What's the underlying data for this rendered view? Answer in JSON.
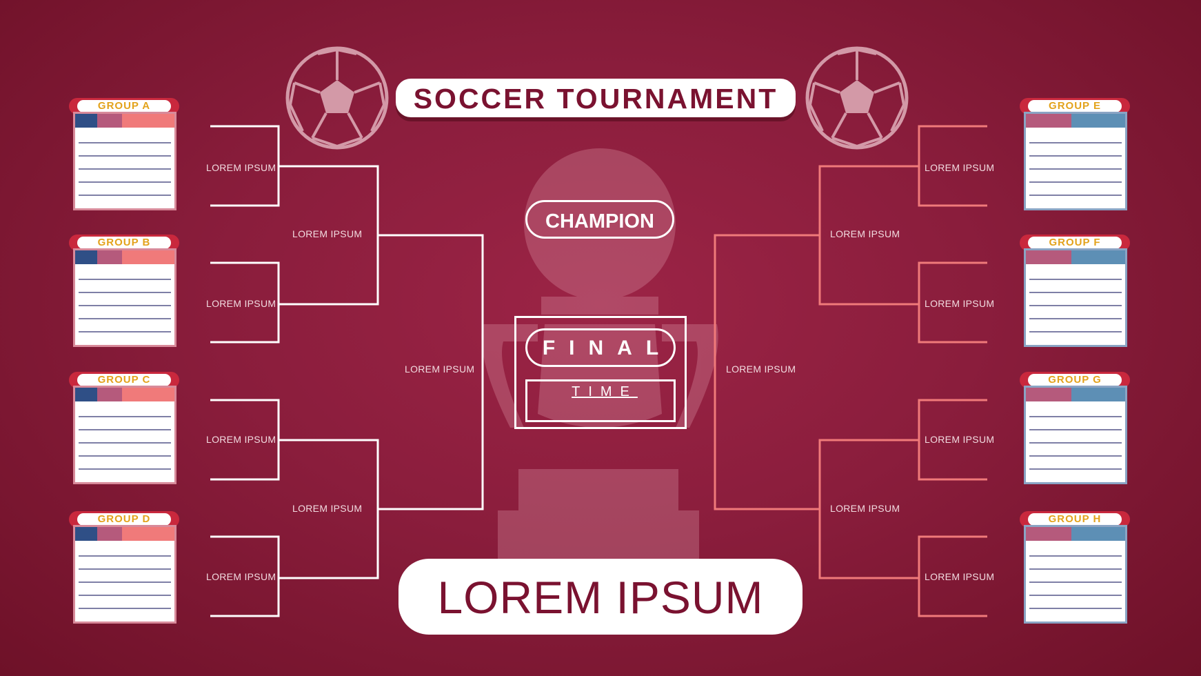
{
  "title": "SOCCER TOURNAMENT",
  "champion_label": "CHAMPION",
  "final_label": "FINAL",
  "time_label": "TIME",
  "footer_text": "LOREM IPSUM",
  "colors": {
    "background": "#8a1d3c",
    "accent_gold": "#e3a21b",
    "left_bracket": "#ffffff",
    "right_bracket": "#f07a7a",
    "title_text": "#7a1230"
  },
  "groups_left": [
    {
      "name": "GROUP A"
    },
    {
      "name": "GROUP B"
    },
    {
      "name": "GROUP C"
    },
    {
      "name": "GROUP D"
    }
  ],
  "groups_right": [
    {
      "name": "GROUP E"
    },
    {
      "name": "GROUP F"
    },
    {
      "name": "GROUP G"
    },
    {
      "name": "GROUP H"
    }
  ],
  "left_round1": [
    "LOREM IPSUM",
    "LOREM IPSUM",
    "LOREM IPSUM",
    "LOREM IPSUM"
  ],
  "left_round2": [
    "LOREM IPSUM",
    "LOREM IPSUM"
  ],
  "left_round3": [
    "LOREM IPSUM"
  ],
  "right_round1": [
    "LOREM IPSUM",
    "LOREM IPSUM",
    "LOREM IPSUM",
    "LOREM IPSUM"
  ],
  "right_round2": [
    "LOREM IPSUM",
    "LOREM IPSUM"
  ],
  "right_round3": [
    "LOREM IPSUM"
  ],
  "icons": [
    "soccer-ball-icon",
    "trophy-icon"
  ]
}
